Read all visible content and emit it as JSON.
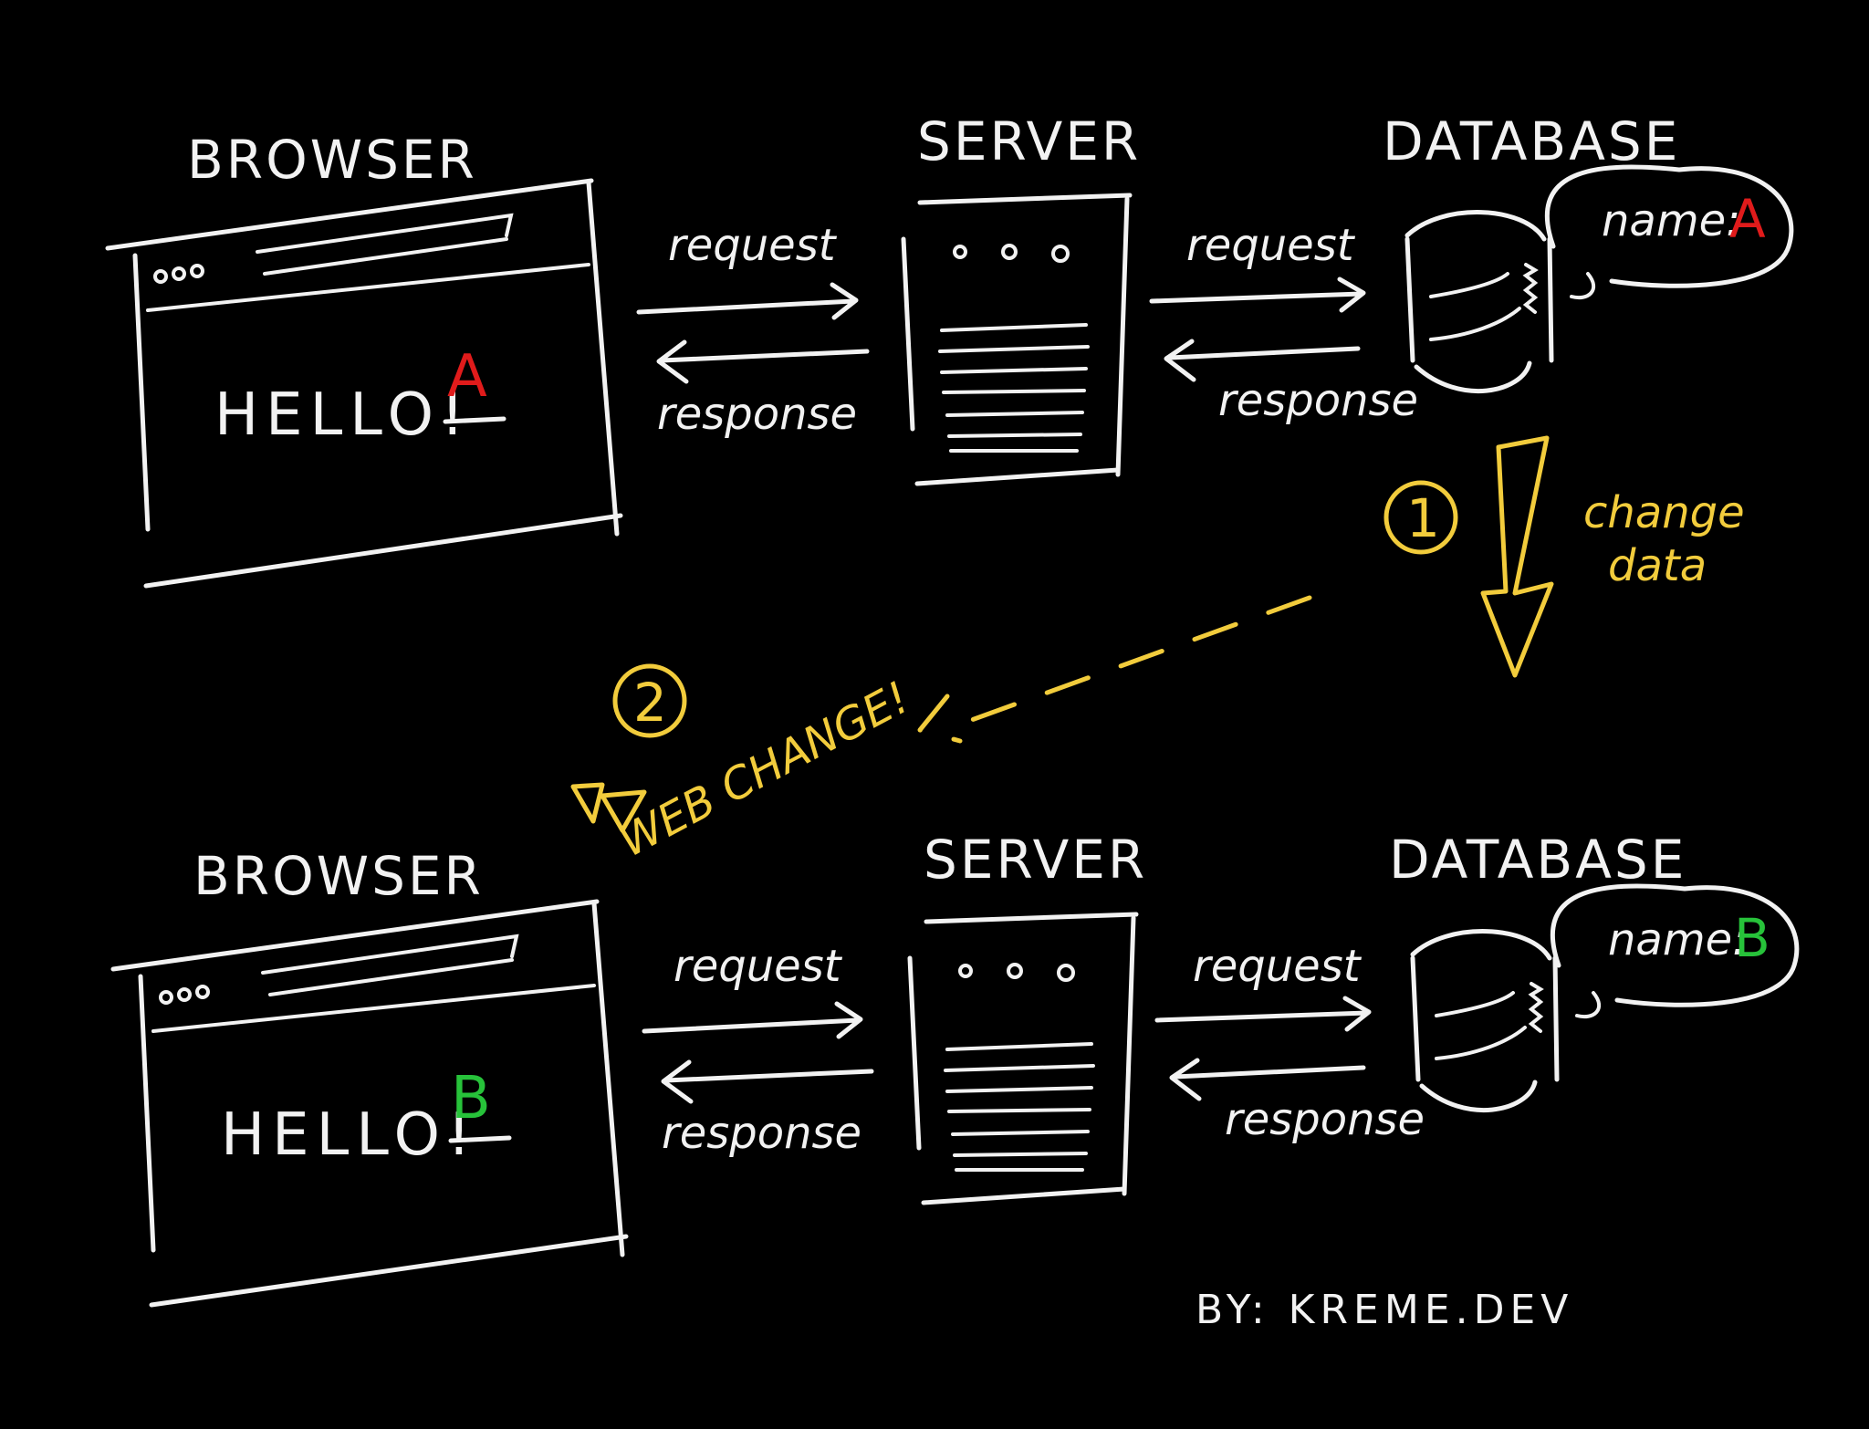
{
  "top": {
    "browser_title": "BROWSER",
    "server_title": "SERVER",
    "database_title": "DATABASE",
    "hello": "HELLO!",
    "value": "A",
    "value_color": "#e01b1b",
    "request_1": "request",
    "response_1": "response",
    "request_2": "request",
    "response_2": "response",
    "record_key": "name:",
    "record_value": "A"
  },
  "middle": {
    "step_1": "1",
    "change_line_1": "change",
    "change_line_2": "data",
    "step_2": "2",
    "web_change": "WEB CHANGE!",
    "accent_color": "#f2cc3c"
  },
  "bottom": {
    "browser_title": "BROWSER",
    "server_title": "SERVER",
    "database_title": "DATABASE",
    "hello": "HELLO!",
    "value": "B",
    "value_color": "#27c23a",
    "request_1": "request",
    "response_1": "response",
    "request_2": "request",
    "response_2": "response",
    "record_key": "name:",
    "record_value": "B"
  },
  "credit": "BY: KREME.DEV"
}
